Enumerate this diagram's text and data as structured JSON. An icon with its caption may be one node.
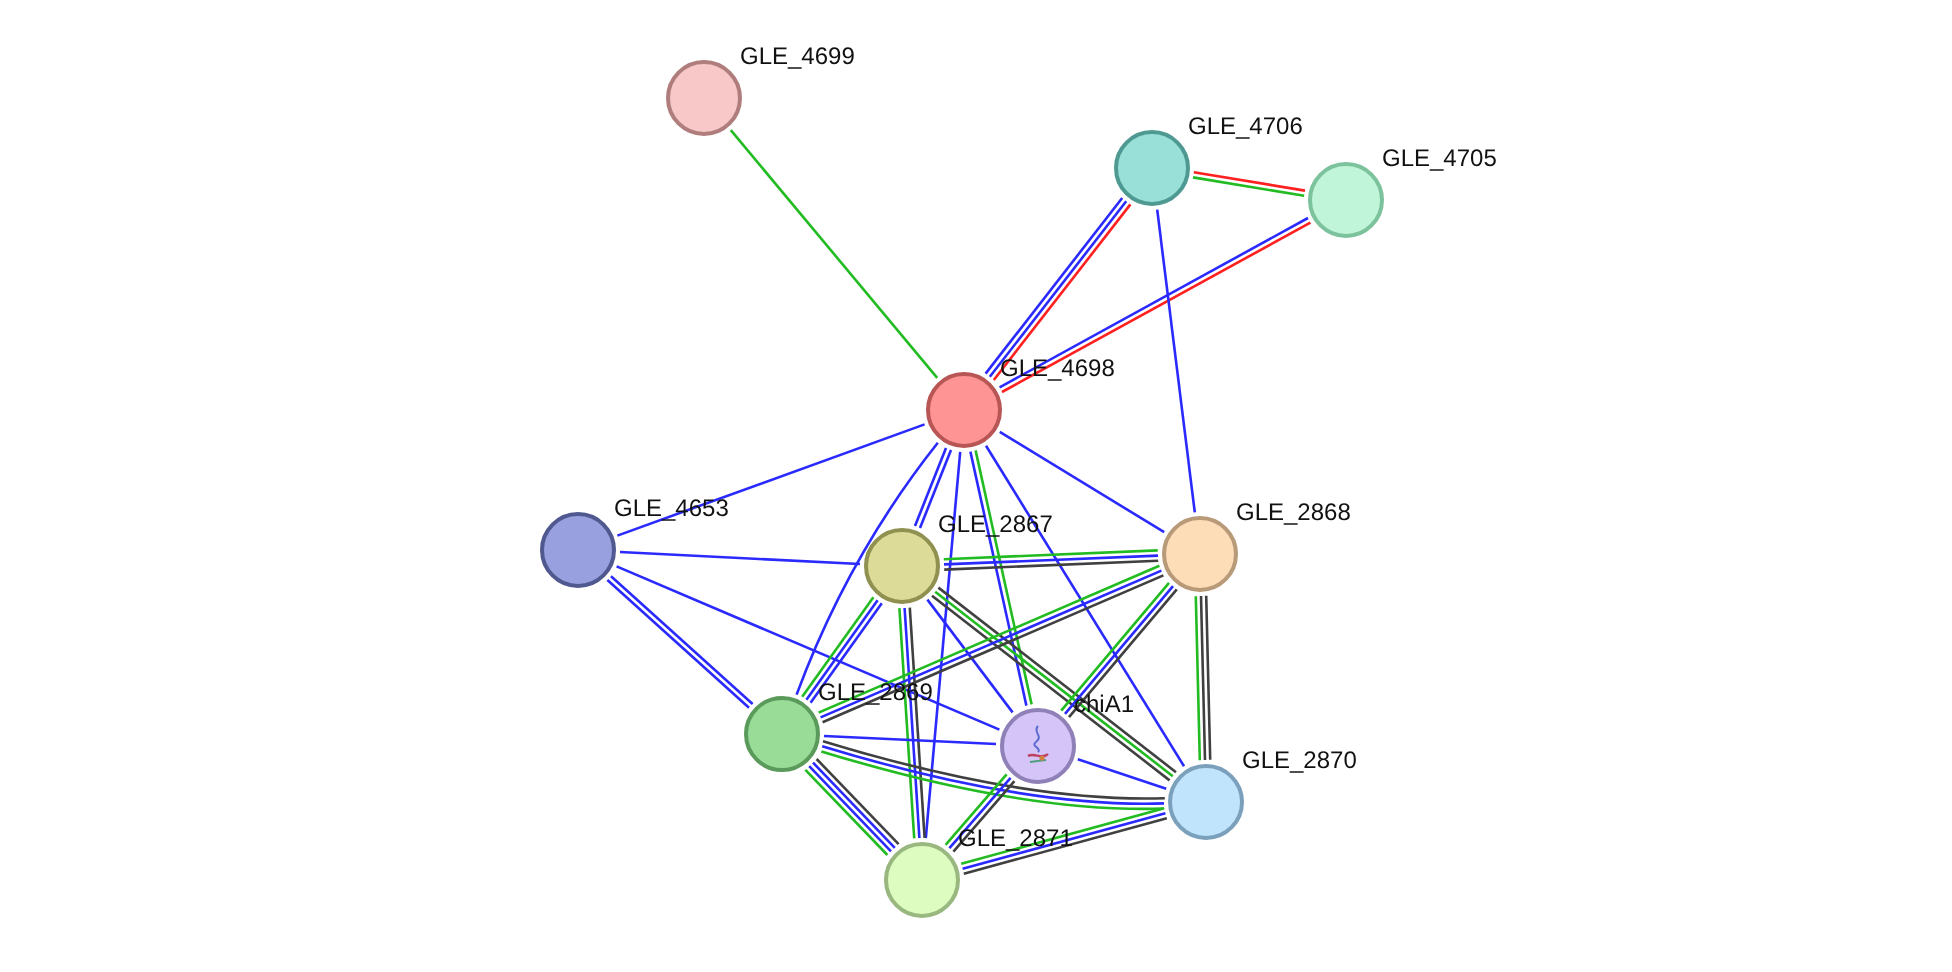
{
  "diagram": {
    "nodes": [
      {
        "text": [
          "GLE_4699"
        ]
      },
      {
        "text": [
          "GLE_4706"
        ]
      },
      {
        "text": [
          "GLE_4705"
        ]
      },
      {
        "text": [
          "GLE_4698"
        ]
      },
      {
        "text": [
          "GLE_4653"
        ]
      },
      {
        "text": [
          "GLE_2867"
        ]
      },
      {
        "text": [
          "GLE_2868"
        ]
      },
      {
        "text": [
          "GLE_2869"
        ]
      },
      {
        "text": [
          "chiA1"
        ]
      },
      {
        "text": [
          "GLE_2870"
        ]
      },
      {
        "text": [
          "GLE_2871"
        ]
      }
    ],
    "edges": [
      {
        "from": 0,
        "to": 3,
        "arrow": "none",
        "color": "#22bb22"
      },
      {
        "from": 1,
        "to": 2,
        "arrow": "none",
        "color": "#ff2020"
      },
      {
        "from": 1,
        "to": 2,
        "arrow": "none",
        "color": "#22bb22"
      },
      {
        "from": 1,
        "to": 3,
        "arrow": "none",
        "color": "#ff2020"
      },
      {
        "from": 1,
        "to": 3,
        "arrow": "none"
      },
      {
        "from": 1,
        "to": 3,
        "arrow": "none"
      },
      {
        "from": 2,
        "to": 3,
        "arrow": "none",
        "color": "#ff2020"
      },
      {
        "from": 2,
        "to": 3,
        "arrow": "none"
      },
      {
        "from": 1,
        "to": 6,
        "arrow": "none"
      },
      {
        "from": 3,
        "to": 4,
        "arrow": "none"
      },
      {
        "from": 3,
        "to": 5,
        "arrow": "none"
      },
      {
        "from": 3,
        "to": 5,
        "arrow": "none"
      },
      {
        "from": 3,
        "to": 7,
        "arrow": "none"
      },
      {
        "from": 3,
        "to": 10,
        "arrow": "none"
      },
      {
        "from": 3,
        "to": 8,
        "arrow": "none",
        "color": "#22bb22"
      },
      {
        "from": 3,
        "to": 8,
        "arrow": "none"
      },
      {
        "from": 3,
        "to": 9,
        "arrow": "none"
      },
      {
        "from": 3,
        "to": 6,
        "arrow": "none"
      },
      {
        "from": 4,
        "to": 5,
        "arrow": "none"
      },
      {
        "from": 4,
        "to": 7,
        "arrow": "none"
      },
      {
        "from": 4,
        "to": 7,
        "arrow": "none"
      },
      {
        "from": 4,
        "to": 8,
        "arrow": "none"
      },
      {
        "from": 5,
        "to": 6,
        "arrow": "none",
        "color": "#22bb22"
      },
      {
        "from": 5,
        "to": 6,
        "arrow": "none"
      },
      {
        "from": 5,
        "to": 6,
        "arrow": "none",
        "color": "#404040"
      },
      {
        "from": 5,
        "to": 7,
        "arrow": "none"
      },
      {
        "from": 5,
        "to": 7,
        "arrow": "none"
      },
      {
        "from": 5,
        "to": 7,
        "arrow": "none",
        "color": "#22bb22"
      },
      {
        "from": 5,
        "to": 10,
        "arrow": "none",
        "color": "#404040"
      },
      {
        "from": 5,
        "to": 10,
        "arrow": "none"
      },
      {
        "from": 5,
        "to": 10,
        "arrow": "none",
        "color": "#22bb22"
      },
      {
        "from": 5,
        "to": 8,
        "arrow": "none"
      },
      {
        "from": 5,
        "to": 9,
        "arrow": "none",
        "color": "#404040"
      },
      {
        "from": 5,
        "to": 9,
        "arrow": "none",
        "color": "#22bb22"
      },
      {
        "from": 5,
        "to": 9,
        "arrow": "none",
        "color": "#404040"
      },
      {
        "from": 6,
        "to": 7,
        "arrow": "none",
        "color": "#404040"
      },
      {
        "from": 6,
        "to": 7,
        "arrow": "none"
      },
      {
        "from": 6,
        "to": 7,
        "arrow": "none",
        "color": "#22bb22"
      },
      {
        "from": 6,
        "to": 8,
        "arrow": "none",
        "color": "#404040"
      },
      {
        "from": 6,
        "to": 8,
        "arrow": "none"
      },
      {
        "from": 6,
        "to": 8,
        "arrow": "none",
        "color": "#22bb22"
      },
      {
        "from": 6,
        "to": 9,
        "arrow": "none",
        "color": "#404040"
      },
      {
        "from": 6,
        "to": 9,
        "arrow": "none",
        "color": "#404040"
      },
      {
        "from": 6,
        "to": 9,
        "arrow": "none",
        "color": "#22bb22"
      },
      {
        "from": 7,
        "to": 8,
        "arrow": "none"
      },
      {
        "from": 7,
        "to": 9,
        "arrow": "none",
        "color": "#404040"
      },
      {
        "from": 7,
        "to": 9,
        "arrow": "none"
      },
      {
        "from": 7,
        "to": 9,
        "arrow": "none",
        "color": "#22bb22"
      },
      {
        "from": 7,
        "to": 10,
        "arrow": "none",
        "color": "#404040"
      },
      {
        "from": 7,
        "to": 10,
        "arrow": "none"
      },
      {
        "from": 7,
        "to": 10,
        "arrow": "none"
      },
      {
        "from": 7,
        "to": 10,
        "arrow": "none",
        "color": "#22bb22"
      },
      {
        "from": 8,
        "to": 9,
        "arrow": "none"
      },
      {
        "from": 8,
        "to": 10,
        "arrow": "none",
        "color": "#404040"
      },
      {
        "from": 8,
        "to": 10,
        "arrow": "none"
      },
      {
        "from": 8,
        "to": 10,
        "arrow": "none",
        "color": "#22bb22"
      },
      {
        "from": 9,
        "to": 10,
        "arrow": "none",
        "color": "#404040"
      },
      {
        "from": 9,
        "to": 10,
        "arrow": "none"
      },
      {
        "from": 9,
        "to": 10,
        "arrow": "none",
        "color": "#22bb22"
      }
    ]
  }
}
